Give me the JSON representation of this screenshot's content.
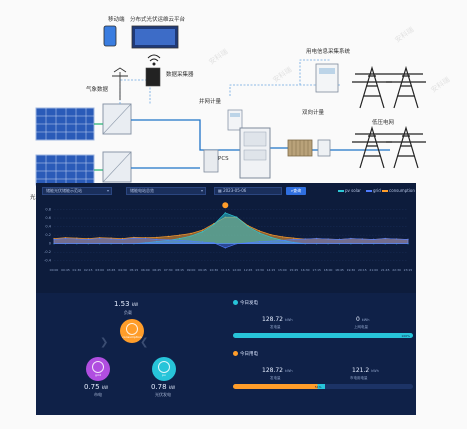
{
  "diagram": {
    "labels": {
      "mobile": "移动端",
      "cloud": "分布式光伏运维云平台",
      "weather": "气象数据",
      "collector": "数据采集器",
      "grid_meter": "并网计量",
      "user_meter_system": "用电信息采集系统",
      "bidir_meter": "双向计量",
      "pcs": "PCS",
      "hv_grid": "低压电网",
      "pv_left": "光"
    },
    "watermark": "安科瑞"
  },
  "dashboard": {
    "station_select": "储能光伏储能示范站",
    "device_select": "储能电站总览",
    "date_value": "2023-05-06",
    "query_label": "查询",
    "legend": [
      {
        "name": "pv solar",
        "color": "#2ec7d6"
      },
      {
        "name": "grid",
        "color": "#4f7cff"
      },
      {
        "name": "consumption",
        "color": "#ff9d2a"
      }
    ],
    "flow": {
      "load_value": "1.53",
      "load_unit": "kW",
      "load_caption": "负载",
      "load_icon": "consumption",
      "grid_value": "0.75",
      "grid_unit": "kW",
      "grid_caption": "市电",
      "grid_icon": "grid",
      "pv_value": "0.78",
      "pv_unit": "kW",
      "pv_caption": "光伏发电",
      "pv_icon": "pv"
    },
    "today_gen": {
      "title": "今日发电",
      "a_value": "128.72",
      "a_unit": "kWh",
      "a_caption": "发电量",
      "b_value": "0",
      "b_unit": "kWh",
      "b_caption": "上网电量",
      "bar_pct": 100,
      "bar_label": "100%"
    },
    "today_use": {
      "title": "今日用电",
      "a_value": "128.72",
      "a_unit": "kWh",
      "a_caption": "发电量",
      "b_value": "121.2",
      "b_unit": "kWh",
      "b_caption": "市电用电量",
      "bar_pct": 51,
      "bar_label": "51%"
    },
    "colors": {
      "teal": "#27c4d9",
      "orange": "#ff9d2a",
      "purple": "#b04ee0",
      "blue": "#2f6fe0"
    }
  },
  "chart_data": {
    "type": "area",
    "x_ticks": [
      "00:00",
      "00:45",
      "01:30",
      "02:15",
      "03:00",
      "03:45",
      "04:30",
      "05:15",
      "06:00",
      "06:45",
      "07:30",
      "08:15",
      "09:00",
      "09:45",
      "10:30",
      "11:15",
      "12:00",
      "12:45",
      "13:30",
      "14:15",
      "15:00",
      "15:45",
      "16:30",
      "17:15",
      "18:00",
      "18:45",
      "19:30",
      "20:15",
      "21:00",
      "21:45",
      "22:30",
      "23:15"
    ],
    "y_ticks": [
      "0.8",
      "0.6",
      "0.4",
      "0.2",
      "0",
      "-0.2",
      "-0.4"
    ],
    "ylim": [
      -0.5,
      1.0
    ],
    "series": [
      {
        "name": "pv solar",
        "values": [
          0,
          0,
          0,
          0,
          0,
          0,
          0,
          0,
          0.02,
          0.05,
          0.08,
          0.12,
          0.18,
          0.28,
          0.45,
          0.72,
          0.62,
          0.4,
          0.25,
          0.15,
          0.08,
          0.03,
          0,
          0,
          0,
          0,
          0,
          0,
          0,
          0,
          0,
          0
        ]
      },
      {
        "name": "grid",
        "values": [
          0.1,
          0.12,
          0.11,
          0.1,
          0.12,
          0.11,
          0.1,
          0.13,
          0.12,
          0.1,
          0.09,
          0.08,
          0.06,
          0.04,
          0.02,
          -0.1,
          0,
          0.02,
          0.05,
          0.06,
          0.08,
          0.1,
          0.11,
          0.12,
          0.11,
          0.1,
          0.12,
          0.11,
          0.1,
          0.12,
          0.11,
          0.1
        ]
      },
      {
        "name": "consumption",
        "values": [
          0.12,
          0.14,
          0.13,
          0.12,
          0.14,
          0.13,
          0.12,
          0.15,
          0.14,
          0.15,
          0.17,
          0.2,
          0.24,
          0.32,
          0.47,
          0.62,
          0.62,
          0.42,
          0.3,
          0.21,
          0.16,
          0.13,
          0.11,
          0.12,
          0.11,
          0.1,
          0.12,
          0.11,
          0.1,
          0.12,
          0.11,
          0.1
        ]
      }
    ]
  }
}
